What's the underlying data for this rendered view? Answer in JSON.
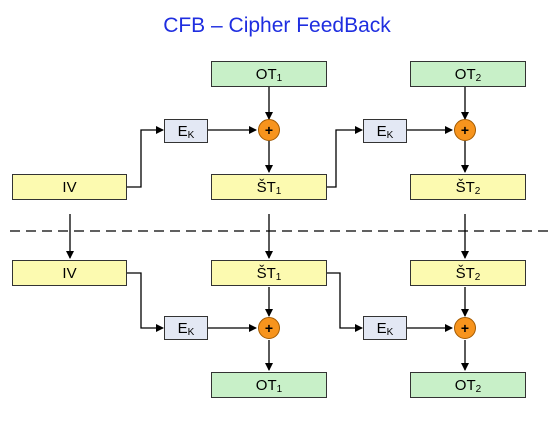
{
  "title": "CFB – Cipher FeedBack",
  "labels": {
    "iv": "IV",
    "ek_main": "E",
    "ek_sub": "K",
    "ot_main": "OT",
    "st_main": "ŠT",
    "idx1": "1",
    "idx2": "2",
    "xor": "+"
  },
  "colors": {
    "title": "#1f2ee0",
    "iv_st_fill": "#fcfab0",
    "ot_fill": "#c8f0c8",
    "ek_fill": "#e3e8f4",
    "xor_fill": "#f7941d"
  }
}
